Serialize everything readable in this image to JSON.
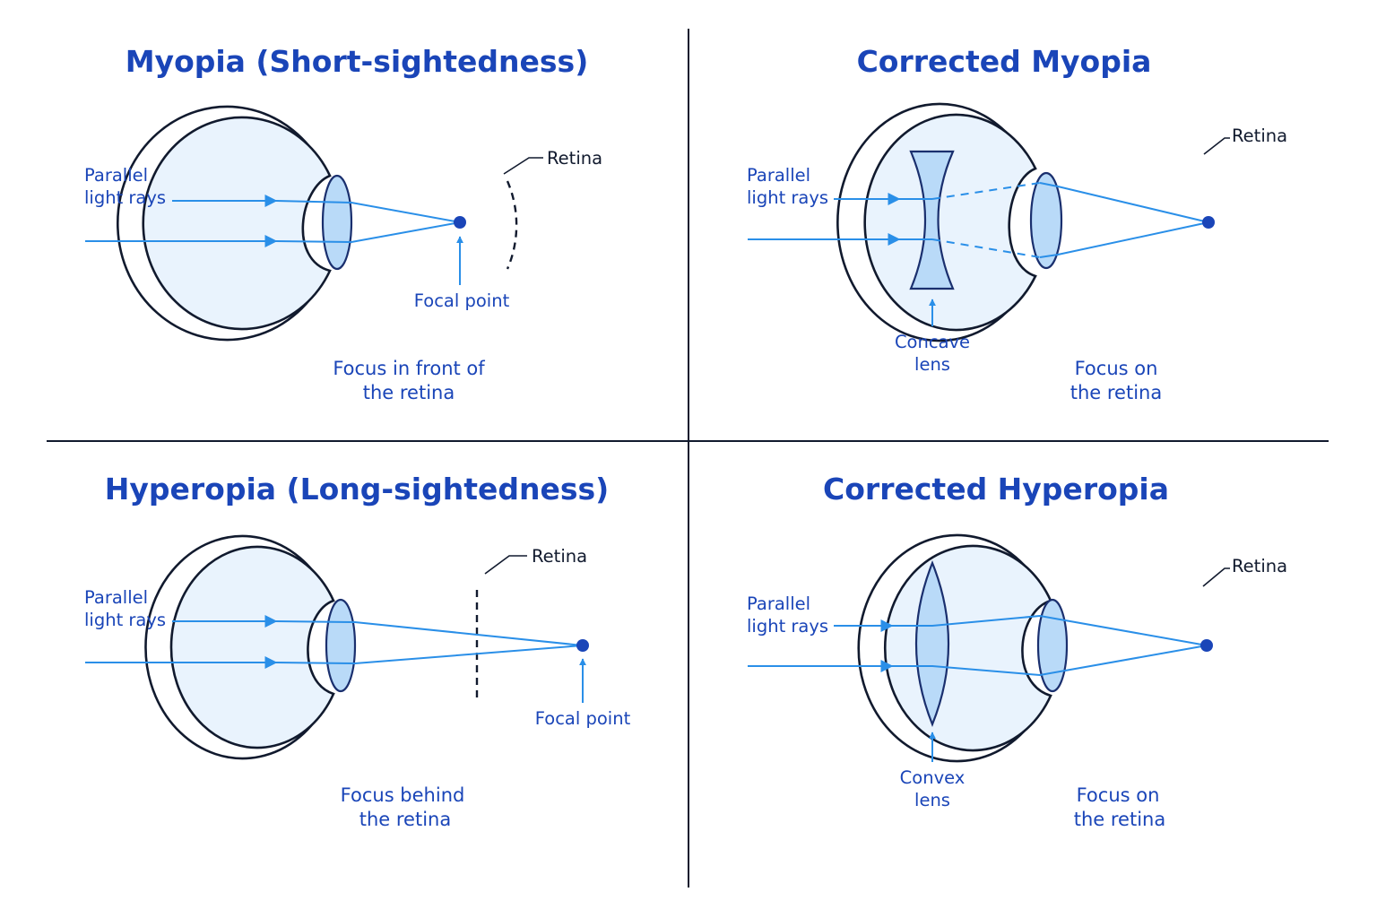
{
  "colors": {
    "title": "#1a45b8",
    "ray": "#2a8fe8",
    "focus": "#1a45b8",
    "lens_fill": "#b9daf8",
    "eye_fill": "#e9f3fd",
    "outline": "#111a2e"
  },
  "panels": {
    "myopia": {
      "title": "Myopia (Short-sightedness)",
      "rays_line1": "Parallel",
      "rays_line2": "light rays",
      "retina": "Retina",
      "focal": "Focal point",
      "caption_line1": "Focus in front of",
      "caption_line2": "the retina"
    },
    "corrected_myopia": {
      "title": "Corrected Myopia",
      "rays_line1": "Parallel",
      "rays_line2": "light rays",
      "retina": "Retina",
      "lens_line1": "Concave",
      "lens_line2": "lens",
      "caption_line1": "Focus on",
      "caption_line2": "the retina"
    },
    "hyperopia": {
      "title": "Hyperopia (Long-sightedness)",
      "rays_line1": "Parallel",
      "rays_line2": "light rays",
      "retina": "Retina",
      "focal": "Focal point",
      "caption_line1": "Focus behind",
      "caption_line2": "the retina"
    },
    "corrected_hyperopia": {
      "title": "Corrected Hyperopia",
      "rays_line1": "Parallel",
      "rays_line2": "light rays",
      "retina": "Retina",
      "lens_line1": "Convex",
      "lens_line2": "lens",
      "caption_line1": "Focus on",
      "caption_line2": "the retina"
    }
  }
}
